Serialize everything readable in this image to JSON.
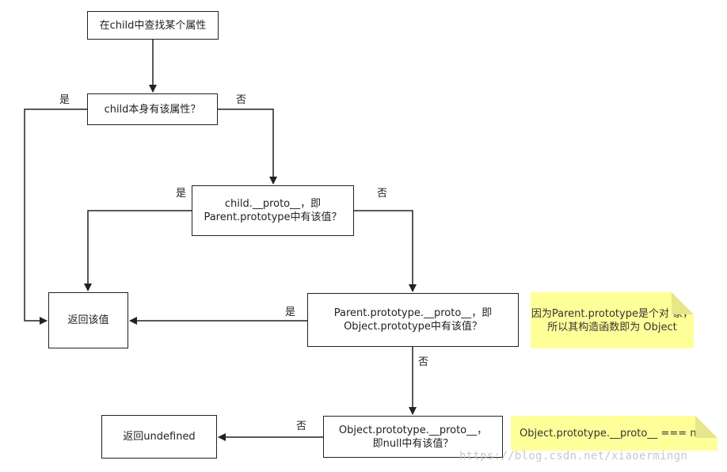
{
  "nodes": {
    "start": "在child中查找某个属性",
    "check_own": "child本身有该属性？",
    "check_proto": [
      "child.__proto__，即",
      "Parent.prototype中有该值？"
    ],
    "check_parent_proto": [
      "Parent.prototype.__proto__，即",
      "Object.prototype中有该值？"
    ],
    "return_value": "返回该值",
    "check_object_proto": [
      "Object.prototype.__proto__，",
      "即null中有该值？"
    ],
    "return_undefined": "返回undefined"
  },
  "edge_labels": {
    "own_yes": "是",
    "own_no": "否",
    "proto_yes": "是",
    "proto_no": "否",
    "parent_proto_yes": "是",
    "parent_proto_no": "否",
    "object_proto_no": "否"
  },
  "notes": {
    "note_1": [
      "因为Parent.prototype是个对",
      "象，所以其构造函数即为",
      "Object"
    ],
    "note_2": [
      "Object.prototype.__proto__ ===",
      "null"
    ]
  },
  "watermark": "https://blog.csdn.net/xiaoermingn",
  "colors": {
    "line": "#222222",
    "note_fill": "#ffff99",
    "watermark": "#c8c8c8"
  }
}
